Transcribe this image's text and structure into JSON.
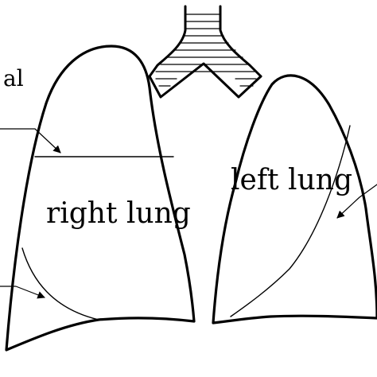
{
  "labels": {
    "right_lung": "right lung",
    "left_lung": "left lung",
    "top_left_partial": "al"
  },
  "colors": {
    "ink": "#000000",
    "background": "#ffffff"
  }
}
